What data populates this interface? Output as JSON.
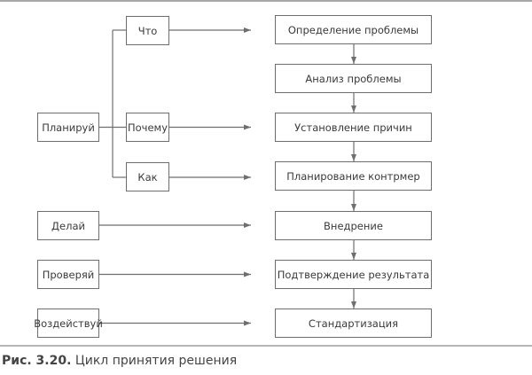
{
  "left_boxes": [
    "Планируй",
    "Делай",
    "Проверяй",
    "Воздействуй"
  ],
  "plan_boxes": [
    "Что",
    "Почему",
    "Как"
  ],
  "steps": [
    "Определение проблемы",
    "Анализ проблемы",
    "Установление причин",
    "Планирование контрмер",
    "Внедрение",
    "Подтверждение результата",
    "Стандартизация"
  ],
  "caption": {
    "label": "Рис. 3.20.",
    "text": "Цикл принятия решения"
  },
  "colors": {
    "line": "#6e6e6e",
    "rule": "#8a8a8a"
  }
}
